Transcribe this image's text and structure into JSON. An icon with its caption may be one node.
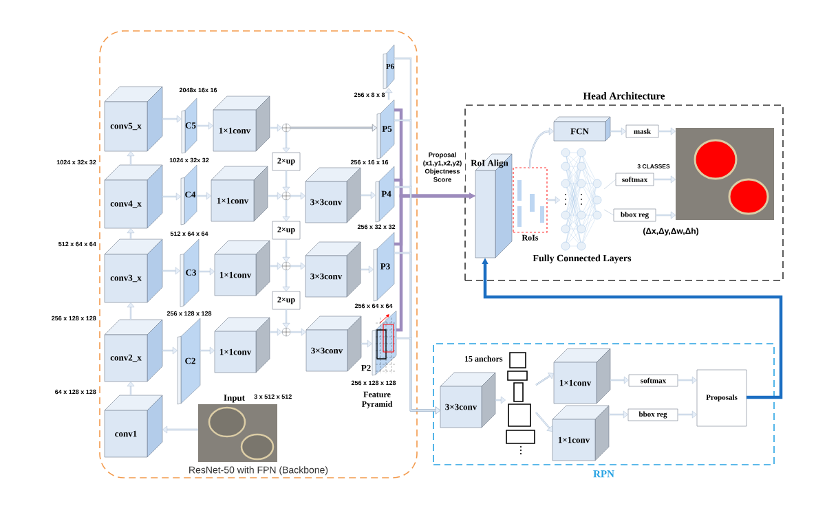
{
  "diagram": {
    "nodes": [
      {
        "text": [
          "ResNet-50 with FPN (Backbone)"
        ]
      },
      {
        "text": [
          "Head Architecture"
        ]
      },
      {
        "text": [
          "RPN"
        ]
      },
      {
        "text": [
          "conv5_x"
        ],
        "in": 0
      },
      {
        "text": [
          "conv4_x"
        ],
        "in": 0
      },
      {
        "text": [
          "conv3_x"
        ],
        "in": 0
      },
      {
        "text": [
          "conv2_x"
        ],
        "in": 0
      },
      {
        "text": [
          "conv1"
        ],
        "in": 0
      },
      {
        "text": [
          "C5"
        ],
        "in": 0
      },
      {
        "text": [
          "C4"
        ],
        "in": 0
      },
      {
        "text": [
          "C3"
        ],
        "in": 0
      },
      {
        "text": [
          "C2"
        ],
        "in": 0
      },
      {
        "text": [
          "1×1conv"
        ],
        "in": 0
      },
      {
        "text": [
          "1×1conv"
        ],
        "in": 0
      },
      {
        "text": [
          "1×1conv"
        ],
        "in": 0
      },
      {
        "text": [
          "1×1conv"
        ],
        "in": 0
      },
      {
        "text": [],
        "shape": "circle",
        "in": 0
      },
      {
        "text": [],
        "shape": "circle",
        "in": 0
      },
      {
        "text": [],
        "shape": "circle",
        "in": 0
      },
      {
        "text": [],
        "shape": "circle",
        "in": 0
      },
      {
        "text": [
          "2×up"
        ],
        "in": 0
      },
      {
        "text": [
          "2×up"
        ],
        "in": 0
      },
      {
        "text": [
          "2×up"
        ],
        "in": 0
      },
      {
        "text": [
          "3×3conv"
        ],
        "in": 0
      },
      {
        "text": [
          "3×3conv"
        ],
        "in": 0
      },
      {
        "text": [
          "3×3conv"
        ],
        "in": 0
      },
      {
        "text": [
          "P6"
        ],
        "in": 0
      },
      {
        "text": [
          "P5"
        ],
        "in": 0
      },
      {
        "text": [
          "P4"
        ],
        "in": 0
      },
      {
        "text": [
          "P3"
        ],
        "in": 0
      },
      {
        "text": [
          "P2"
        ],
        "in": 0
      },
      {
        "text": [
          "Input"
        ],
        "beside": [
          "3 x 512 x 512"
        ],
        "in": 0
      },
      {
        "text": [
          "RoI Align"
        ],
        "in": 1
      },
      {
        "text": [
          "RoIs"
        ],
        "in": 1
      },
      {
        "text": [
          "FCN"
        ],
        "in": 1
      },
      {
        "text": [
          "Fully Connected Layers"
        ],
        "in": 1
      },
      {
        "text": [
          "mask"
        ],
        "in": 1
      },
      {
        "text": [
          "softmax"
        ],
        "in": 1
      },
      {
        "text": [
          "bbox reg"
        ],
        "in": 1
      },
      {
        "text": [],
        "shape": "picture",
        "in": 1
      },
      {
        "text": [
          "3×3conv"
        ],
        "in": 2
      },
      {
        "text": [
          "15 anchors"
        ],
        "in": 2
      },
      {
        "text": [
          "1×1conv"
        ],
        "in": 2
      },
      {
        "text": [
          "1×1conv"
        ],
        "in": 2
      },
      {
        "text": [
          "softmax"
        ],
        "in": 2
      },
      {
        "text": [
          "bbox reg"
        ],
        "in": 2
      },
      {
        "text": [
          "Proposals"
        ],
        "in": 2
      }
    ],
    "edges": [
      {
        "from": 31,
        "to": 7,
        "arrow": "to"
      },
      {
        "from": 7,
        "to": 6,
        "arrow": "to"
      },
      {
        "from": 6,
        "to": 5,
        "arrow": "to"
      },
      {
        "from": 5,
        "to": 4,
        "arrow": "to"
      },
      {
        "from": 4,
        "to": 3,
        "arrow": "to"
      },
      {
        "from": 3,
        "to": 8,
        "arrow": "to"
      },
      {
        "from": 4,
        "to": 9,
        "arrow": "to"
      },
      {
        "from": 5,
        "to": 10,
        "arrow": "to"
      },
      {
        "from": 6,
        "to": 11,
        "arrow": "to"
      },
      {
        "from": 8,
        "to": 12,
        "arrow": "to"
      },
      {
        "from": 9,
        "to": 13,
        "arrow": "to"
      },
      {
        "from": 10,
        "to": 14,
        "arrow": "to"
      },
      {
        "from": 11,
        "to": 15,
        "arrow": "to"
      },
      {
        "from": 12,
        "to": 16,
        "arrow": "to"
      },
      {
        "from": 13,
        "to": 17,
        "arrow": "to"
      },
      {
        "from": 14,
        "to": 18,
        "arrow": "to"
      },
      {
        "from": 15,
        "to": 19,
        "arrow": "to"
      },
      {
        "from": 16,
        "to": 20,
        "arrow": "to"
      },
      {
        "from": 20,
        "to": 17,
        "arrow": "to"
      },
      {
        "from": 17,
        "to": 21,
        "arrow": "to"
      },
      {
        "from": 21,
        "to": 18,
        "arrow": "to"
      },
      {
        "from": 18,
        "to": 22,
        "arrow": "to"
      },
      {
        "from": 22,
        "to": 19,
        "arrow": "to"
      },
      {
        "from": 16,
        "to": 27,
        "arrow": "to",
        "color": "#3e4650"
      },
      {
        "from": 17,
        "to": 23,
        "arrow": "to"
      },
      {
        "from": 18,
        "to": 24,
        "arrow": "to"
      },
      {
        "from": 19,
        "to": 25,
        "arrow": "to"
      },
      {
        "from": 23,
        "to": 28,
        "arrow": "to"
      },
      {
        "from": 24,
        "to": 29,
        "arrow": "to"
      },
      {
        "from": 25,
        "to": 30,
        "arrow": "to"
      },
      {
        "from": 27,
        "to": 26,
        "arrow": "to"
      },
      {
        "from": 27,
        "to": 32,
        "arrow": "to",
        "style": "thick",
        "color": "#9d8bbd"
      },
      {
        "from": 28,
        "to": 32,
        "arrow": "to",
        "style": "thick",
        "color": "#9d8bbd",
        "label": "Proposal (x1,y1,x2,y2) Objectness Score"
      },
      {
        "from": 29,
        "to": 32,
        "arrow": "to",
        "style": "thick",
        "color": "#9d8bbd"
      },
      {
        "from": 30,
        "to": 32,
        "arrow": "to",
        "style": "thick",
        "color": "#9d8bbd"
      },
      {
        "from": 26,
        "to": 40,
        "arrow": "to"
      },
      {
        "from": 27,
        "to": 40,
        "arrow": "to"
      },
      {
        "from": 28,
        "to": 40,
        "arrow": "to"
      },
      {
        "from": 29,
        "to": 40,
        "arrow": "to"
      },
      {
        "from": 30,
        "to": 40,
        "arrow": "to"
      },
      {
        "from": 46,
        "to": 32,
        "arrow": "to",
        "style": "thick",
        "color": "#1b6ec2"
      },
      {
        "from": 33,
        "to": 34,
        "arrow": "to"
      },
      {
        "from": 33,
        "to": 35,
        "arrow": "to"
      },
      {
        "from": 34,
        "to": 36,
        "arrow": "to"
      },
      {
        "from": 35,
        "to": 37,
        "arrow": "none"
      },
      {
        "from": 35,
        "to": 38,
        "arrow": "none"
      },
      {
        "from": 36,
        "to": 39,
        "arrow": "to"
      },
      {
        "from": 37,
        "to": 39,
        "arrow": "to"
      },
      {
        "from": 38,
        "to": 39,
        "arrow": "to"
      },
      {
        "from": 40,
        "to": 41,
        "arrow": "to"
      },
      {
        "from": 41,
        "to": 42,
        "arrow": "to"
      },
      {
        "from": 41,
        "to": 43,
        "arrow": "to"
      },
      {
        "from": 42,
        "to": 44,
        "arrow": "to"
      },
      {
        "from": 43,
        "to": 45,
        "arrow": "to"
      },
      {
        "from": 44,
        "to": 46,
        "arrow": "to"
      },
      {
        "from": 45,
        "to": 46,
        "arrow": "to"
      }
    ],
    "labels": [
      "2048x 16x 16",
      "256 x 8 x 8",
      "1024 x 32x 32",
      "1024 x 32x 32",
      "256 x 16 x 16",
      "3 CLASSES",
      "256 x 32 x 32",
      "(Δx,Δy,Δw,Δh)",
      "512 x 64 x 64",
      "512 x 64 x 64",
      "256 x 64 x 64",
      "256 x 128 x 128",
      "256 x 128 x 128",
      "256 x 128 x 128",
      "64 x 128 x 128",
      "Feature Pyramid"
    ]
  }
}
